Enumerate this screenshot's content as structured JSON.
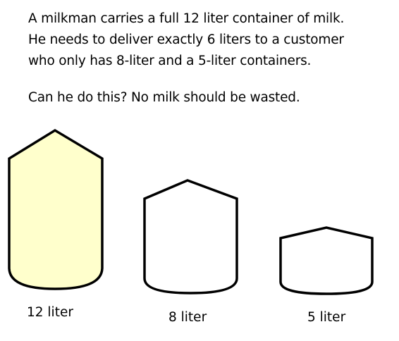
{
  "puzzle": {
    "lines": [
      "A milkman carries a full 12 liter container of milk.",
      "He needs to deliver exactly 6 liters to a customer",
      "who only has 8-liter and a 5-liter containers."
    ],
    "question": "Can he do this? No milk should be wasted."
  },
  "containers": [
    {
      "label": "12 liter",
      "capacity_liters": 12,
      "fill_color": "#ffffcc",
      "filled": true
    },
    {
      "label": "8 liter",
      "capacity_liters": 8,
      "fill_color": "#ffffff",
      "filled": false
    },
    {
      "label": "5 liter",
      "capacity_liters": 5,
      "fill_color": "#ffffff",
      "filled": false
    }
  ]
}
